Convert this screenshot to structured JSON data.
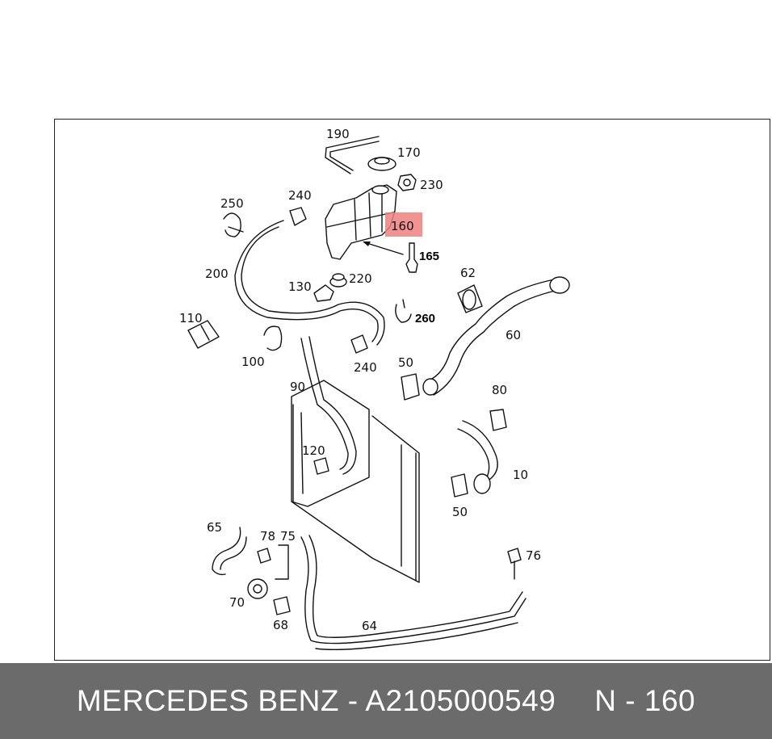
{
  "diagram": {
    "highlight_label": "160",
    "callouts": {
      "c190": "190",
      "c170": "170",
      "c230": "230",
      "c250": "250",
      "c240a": "240",
      "c165": "165",
      "c200": "200",
      "c130": "130",
      "c220": "220",
      "c62": "62",
      "c110": "110",
      "c260": "260",
      "c60": "60",
      "c100": "100",
      "c240b": "240",
      "c50a": "50",
      "c90": "90",
      "c80": "80",
      "c120": "120",
      "c10": "10",
      "c50b": "50",
      "c65": "65",
      "c78": "78",
      "c75": "75",
      "c76": "76",
      "c70": "70",
      "c68": "68",
      "c64": "64"
    }
  },
  "footer": {
    "part_text": "MERCEDES BENZ - A2105000549",
    "ref_text": "N - 160"
  }
}
